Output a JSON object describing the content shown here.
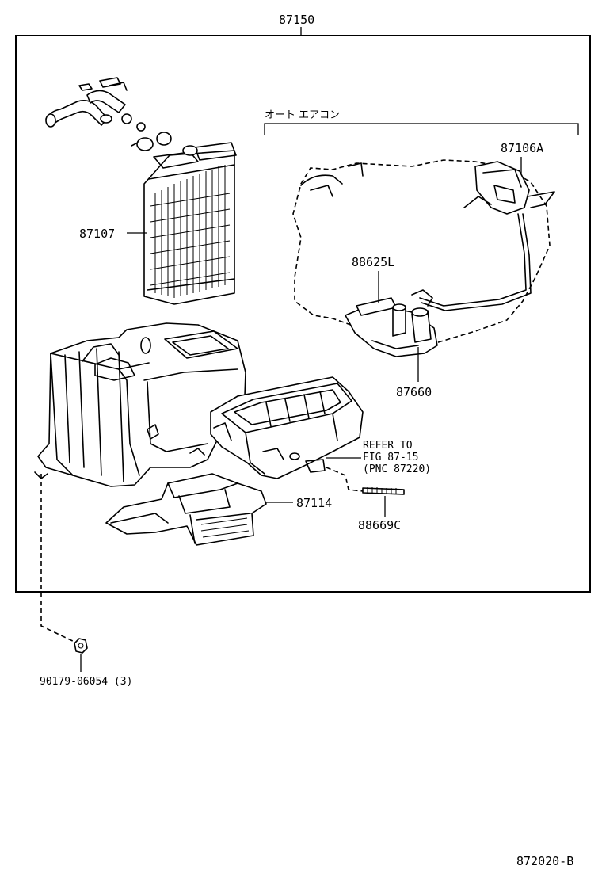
{
  "diagram": {
    "assembly_label": "87150",
    "option_label": "オート エアコン",
    "figure_code": "872020-B",
    "parts": {
      "heater_core": "87107",
      "servo_motor": "87106A",
      "sensor": "88625L",
      "water_valve": "87660",
      "duct": "87114",
      "bolt": "88669C",
      "nut": "90179-06054 (3)"
    },
    "refer_note": {
      "line1": "REFER TO",
      "line2": "FIG 87-15",
      "line3": "(PNC 87220)"
    }
  }
}
